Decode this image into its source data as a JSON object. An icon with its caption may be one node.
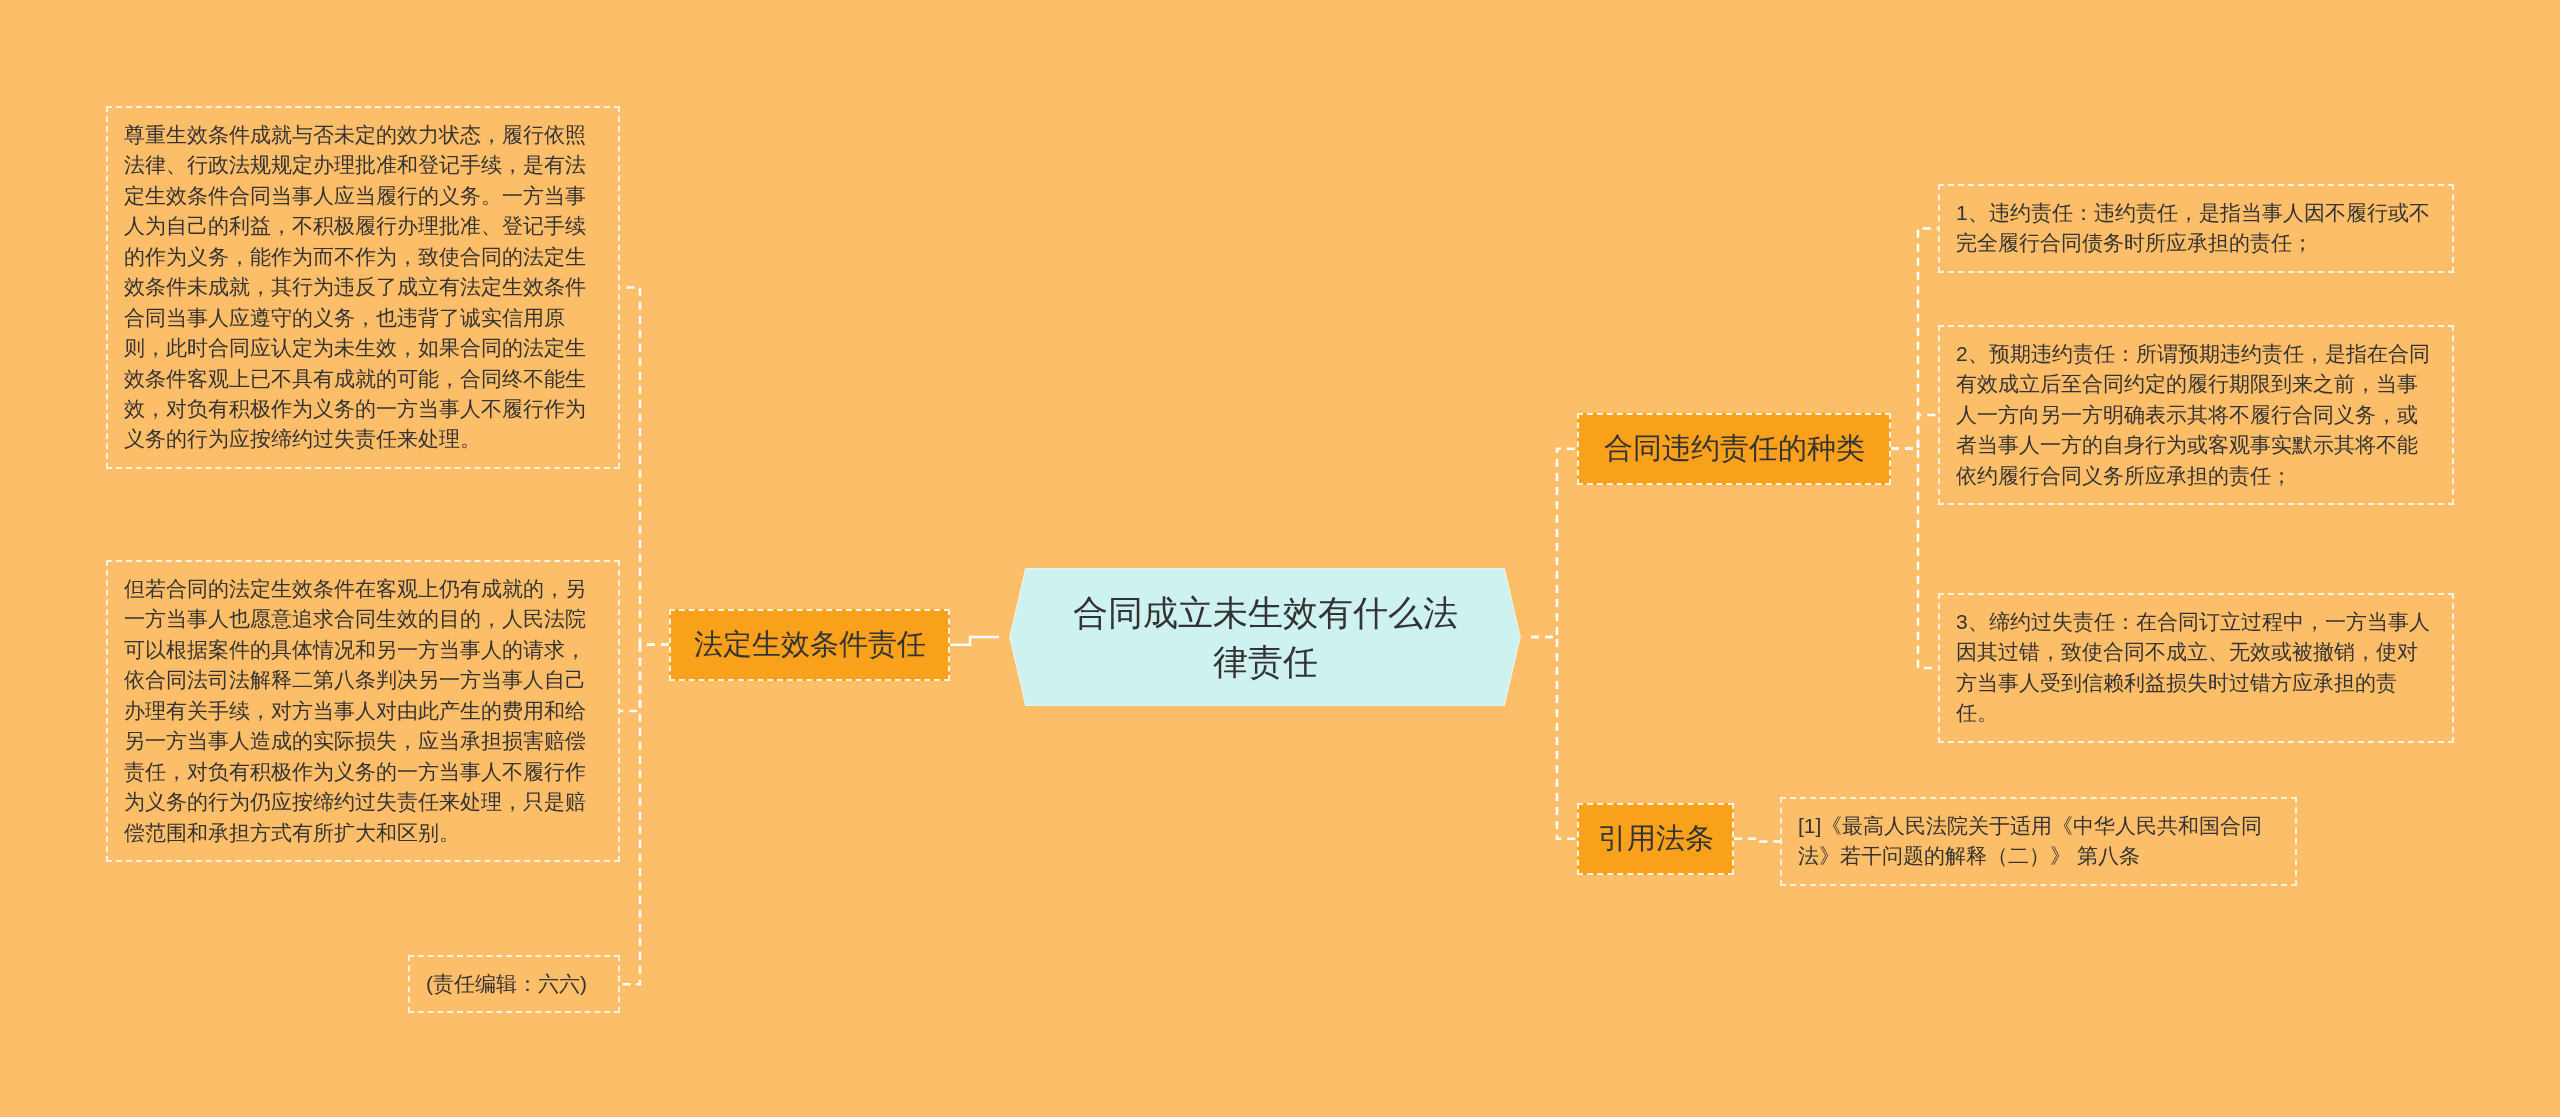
{
  "diagram": {
    "nodes": [
      {
        "text": [
          "合同成立未生效有什么法律责任"
        ]
      },
      {
        "text": [
          "法定生效条件责任"
        ]
      },
      {
        "text": [
          "尊重生效条件成就与否未定的效力状态，履行依照法律、行政法规规定办理批准和登记手续，是有法定生效条件合同当事人应当履行的义务。一方当事人为自己的利益，不积极履行办理批准、登记手续的作为义务，能作为而不作为，致使合同的法定生效条件未成就，其行为违反了成立有法定生效条件合同当事人应遵守的义务，也违背了诚实信用原则，此时合同应认定为未生效，如果合同的法定生效条件客观上已不具有成就的可能，合同终不能生效，对负有积极作为义务的一方当事人不履行作为义务的行为应按缔约过失责任来处理。"
        ]
      },
      {
        "text": [
          "但若合同的法定生效条件在客观上仍有成就的，另一方当事人也愿意追求合同生效的目的，人民法院可以根据案件的具体情况和另一方当事人的请求，依合同法司法解释二第八条判决另一方当事人自己办理有关手续，对方当事人对由此产生的费用和给另一方当事人造成的实际损失，应当承担损害赔偿责任，对负有积极作为义务的一方当事人不履行作为义务的行为仍应按缔约过失责任来处理，只是赔偿范围和承担方式有所扩大和区别。"
        ]
      },
      {
        "text": [
          "(责任编辑：六六)"
        ]
      },
      {
        "text": [
          "合同违约责任的种类"
        ]
      },
      {
        "text": [
          "1、违约责任：违约责任，是指当事人因不履行或不完全履行合同债务时所应承担的责任；"
        ]
      },
      {
        "text": [
          "2、预期违约责任：所谓预期违约责任，是指在合同有效成立后至合同约定的履行期限到来之前，当事人一方向另一方明确表示其将不履行合同义务，或者当事人一方的自身行为或客观事实默示其将不能依约履行合同义务所应承担的责任；"
        ]
      },
      {
        "text": [
          "3、缔约过失责任：在合同订立过程中，一方当事人因其过错，致使合同不成立、无效或被撤销，使对方当事人受到信赖利益损失时过错方应承担的责任。"
        ]
      },
      {
        "text": [
          "引用法条"
        ]
      },
      {
        "text": [
          "[1]《最高人民法院关于适用《中华人民共和国合同法》若干问题的解释（二）》 第八条"
        ]
      }
    ],
    "edges": [
      {
        "from": 0,
        "to": 1,
        "arrow": "none"
      },
      {
        "from": 1,
        "to": 2,
        "arrow": "none",
        "style": "dashed"
      },
      {
        "from": 1,
        "to": 3,
        "arrow": "none",
        "style": "dashed"
      },
      {
        "from": 1,
        "to": 4,
        "arrow": "none",
        "style": "dashed"
      },
      {
        "from": 0,
        "to": 5,
        "arrow": "none",
        "style": "dashed"
      },
      {
        "from": 5,
        "to": 6,
        "arrow": "none",
        "style": "dashed"
      },
      {
        "from": 5,
        "to": 7,
        "arrow": "none",
        "style": "dashed"
      },
      {
        "from": 5,
        "to": 8,
        "arrow": "none",
        "style": "dashed"
      },
      {
        "from": 0,
        "to": 9,
        "arrow": "none",
        "style": "dashed"
      },
      {
        "from": 9,
        "to": 10,
        "arrow": "none",
        "style": "dashed"
      }
    ]
  }
}
